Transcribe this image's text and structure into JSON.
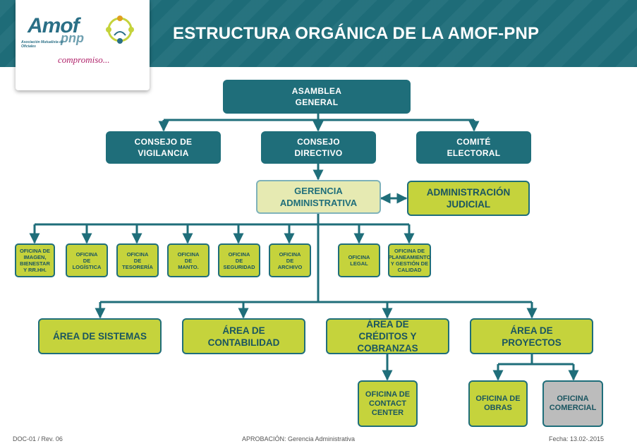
{
  "logo": {
    "brand": "Amof",
    "brand_suffix": "pnp",
    "subtitle": "Asociación Mutualista de Oficiales",
    "slogan": "compromiso..."
  },
  "header": {
    "title": "ESTRUCTURA ORGÁNICA DE LA AMOF-PNP"
  },
  "org": {
    "asamblea": "ASAMBLEA\nGENERAL",
    "vigilancia": "CONSEJO DE\nVIGILANCIA",
    "directivo": "CONSEJO\nDIRECTIVO",
    "comite": "COMITÉ\nELECTORAL",
    "gerencia": "GERENCIA\nADMINISTRATIVA",
    "judicial": "ADMINISTRACIÓN\nJUDICIAL",
    "offices": [
      "OFICINA DE\nIMAGEN,\nBIENESTAR\nY RR.HH.",
      "OFICINA\nDE\nLOGÍSTICA",
      "OFICINA\nDE\nTESORERÍA",
      "OFICINA\nDE\nMANTO.",
      "OFICINA\nDE\nSEGURIDAD",
      "OFICINA\nDE\nARCHIVO",
      "OFICINA\nLEGAL",
      "OFICINA DE\nPLANEAMIENTO\nY GESTIÓN DE\nCALIDAD"
    ],
    "areas": [
      "ÁREA DE SISTEMAS",
      "ÁREA DE\nCONTABILIDAD",
      "ÁREA DE\nCRÉDITOS Y COBRANZAS",
      "ÁREA DE\nPROYECTOS"
    ],
    "contact_center": "OFICINA DE\nCONTACT\nCENTER",
    "obras": "OFICINA DE\nOBRAS",
    "comercial": "OFICINA\nCOMERCIAL"
  },
  "footer": {
    "doc": "DOC-01 / Rev. 06",
    "approval": "APROBACIÓN: Gerencia Administrativa",
    "date": "Fecha: 13.02-.2015"
  },
  "colors": {
    "teal": "#1f6e7a",
    "lime": "#c5d33c",
    "pale": "#e6eab2",
    "grey": "#bcbcbc",
    "slogan": "#b0226a"
  }
}
